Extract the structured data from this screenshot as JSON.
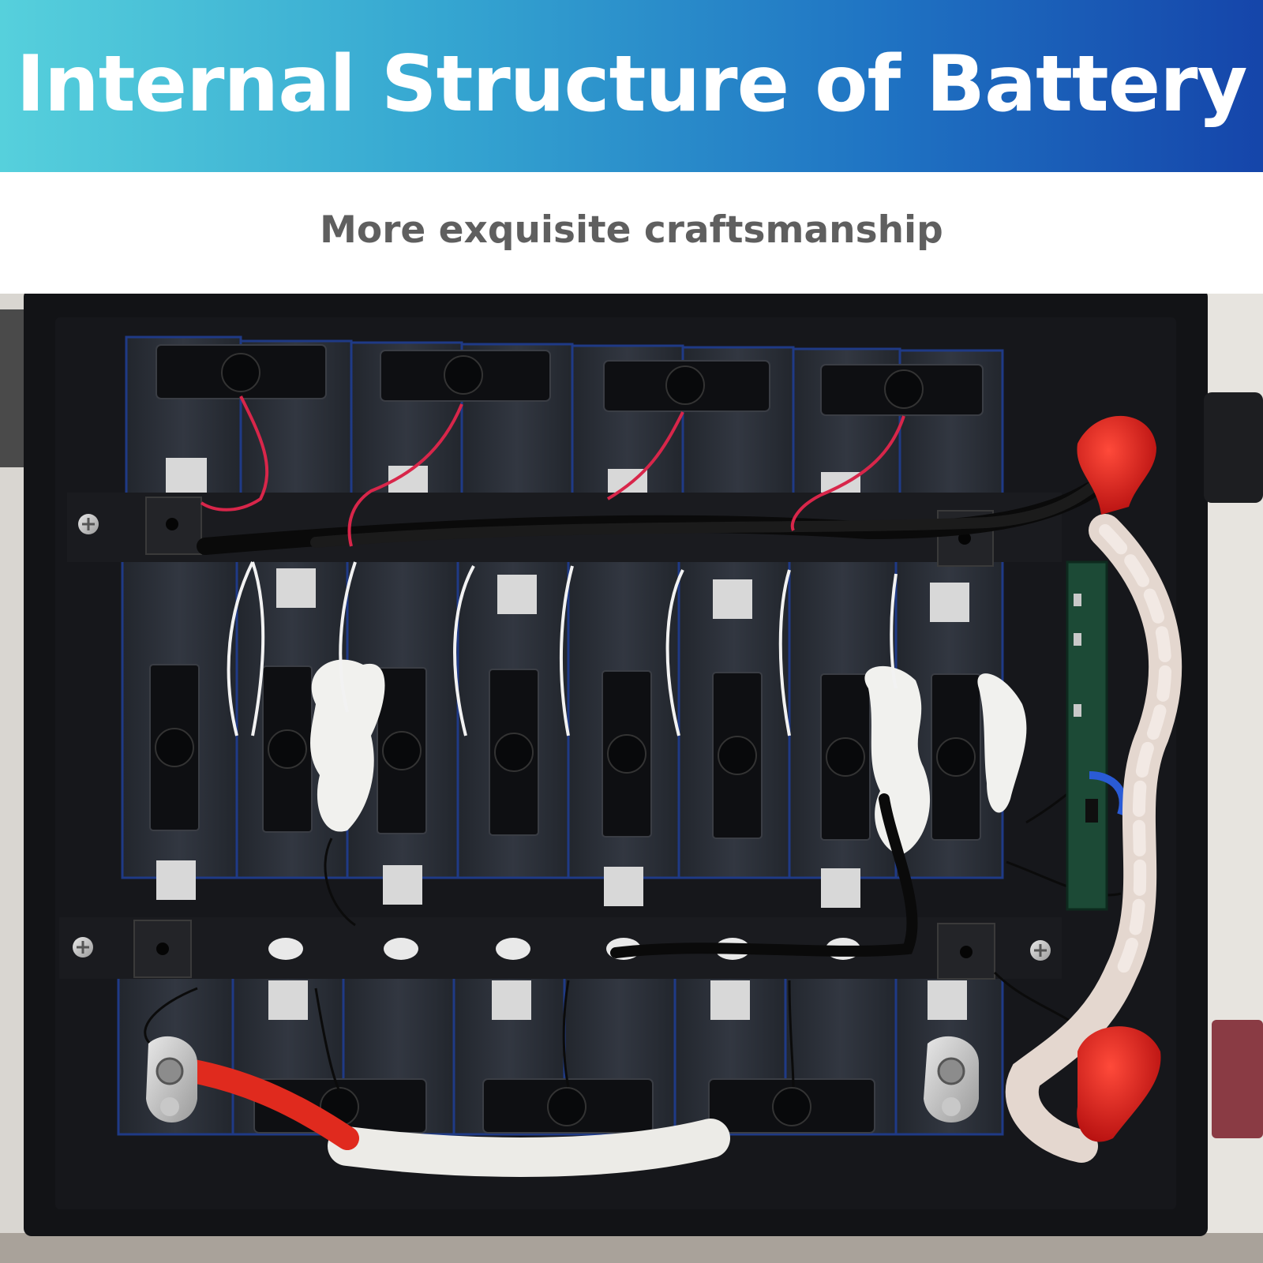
{
  "header": {
    "title": "Internal Structure of Battery",
    "subtitle": "More exquisite craftsmanship"
  },
  "colors": {
    "banner_start": "#56d0dc",
    "banner_end": "#1545aa",
    "title_text": "#ffffff",
    "subtitle_text": "#5f5f5f",
    "case": "#121316",
    "cell": "#2c3038",
    "terminal_cover": "#d81a1a"
  },
  "photo": {
    "subject": "battery-pack-internal-photo",
    "cell_grid": {
      "columns": 8,
      "rows": 3
    }
  }
}
